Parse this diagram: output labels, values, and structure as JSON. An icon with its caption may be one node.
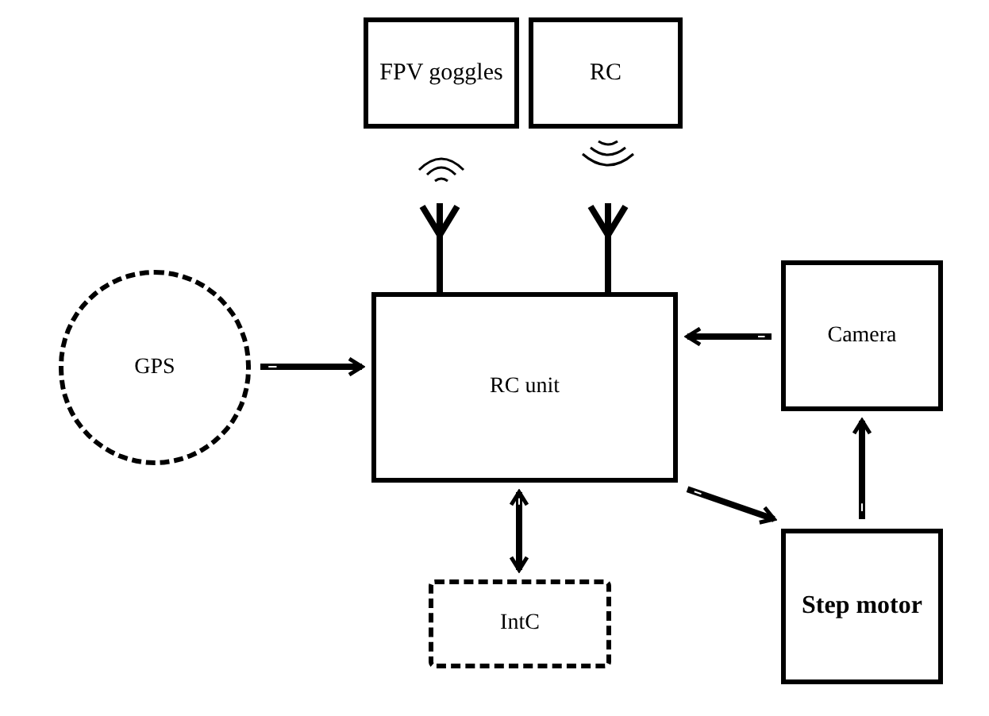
{
  "diagram": {
    "nodes": [
      {
        "text": [
          "FPV goggles"
        ]
      },
      {
        "text": [
          "RC"
        ]
      },
      {
        "text": [
          "GPS"
        ]
      },
      {
        "text": [
          "RC unit"
        ]
      },
      {
        "text": [
          "Camera"
        ]
      },
      {
        "text": [
          "IntC"
        ]
      },
      {
        "text": [
          "Step motor"
        ]
      }
    ],
    "edges": [
      {
        "from": 2,
        "to": 3,
        "arrow": "to"
      },
      {
        "from": 4,
        "to": 3,
        "arrow": "to"
      },
      {
        "from": 3,
        "to": 6,
        "arrow": "to"
      },
      {
        "from": 6,
        "to": 4,
        "arrow": "to"
      },
      {
        "from": 3,
        "to": 5,
        "arrow": "both"
      }
    ]
  }
}
